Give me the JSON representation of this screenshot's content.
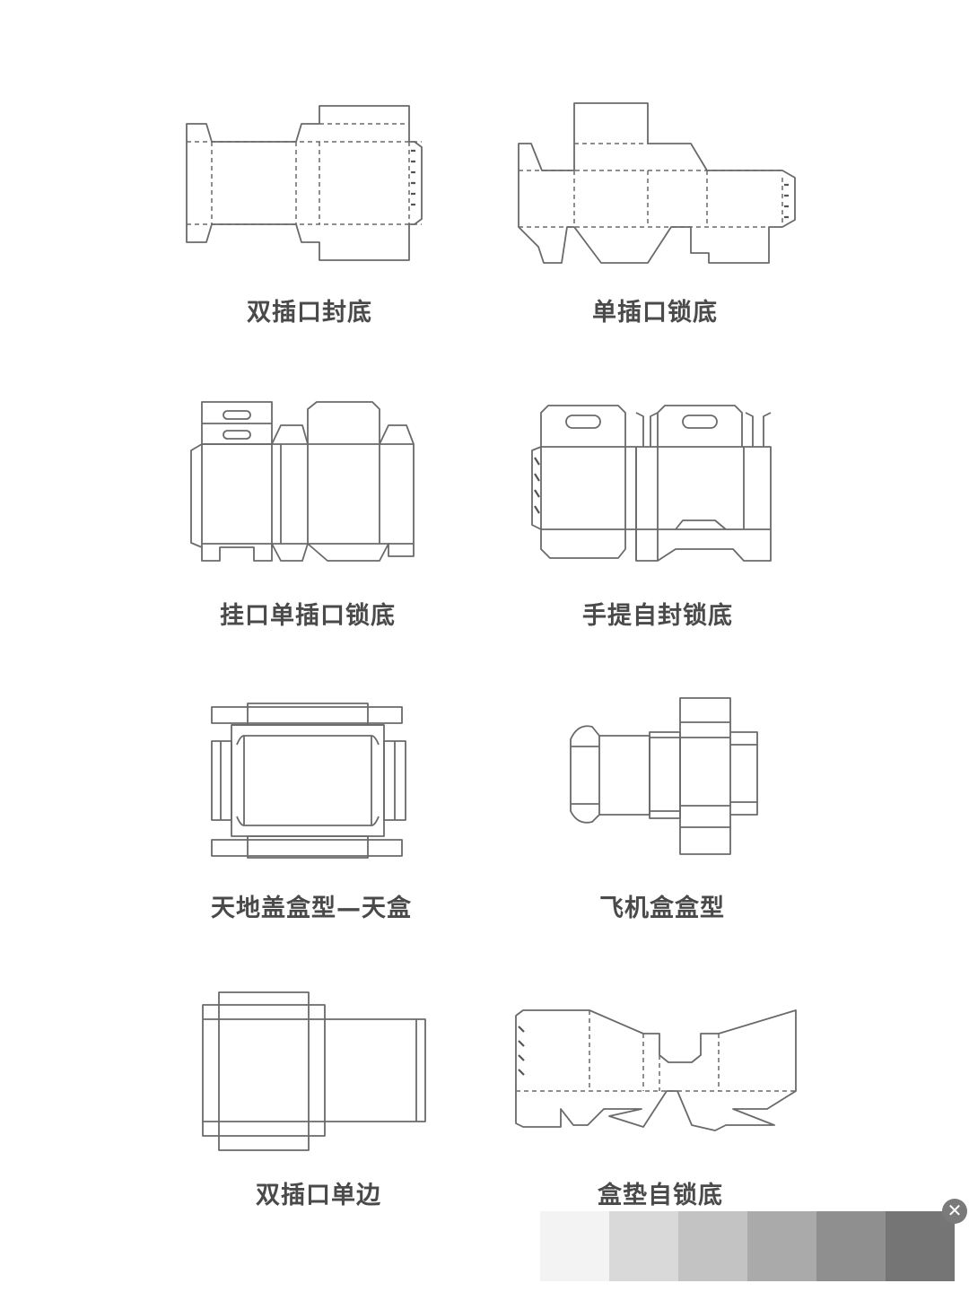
{
  "box_styles": [
    {
      "label": "双插口封底"
    },
    {
      "label": "单插口锁底"
    },
    {
      "label": "挂口单插口锁底"
    },
    {
      "label": "手提自封锁底"
    },
    {
      "label": "天地盖盒型—天盒"
    },
    {
      "label": "飞机盒盒型"
    },
    {
      "label": "双插口单边"
    },
    {
      "label": "盒垫自锁底"
    }
  ],
  "palette": {
    "swatches": [
      "#f3f3f3",
      "#d9d9d9",
      "#c3c3c3",
      "#aaaaaa",
      "#8f8f8f",
      "#757575"
    ]
  },
  "close_button": {
    "glyph": "✕"
  }
}
